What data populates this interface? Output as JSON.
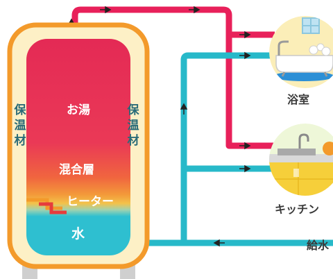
{
  "tank": {
    "hot_water_label": "お湯",
    "mixed_layer_label": "混合層",
    "heater_label": "ヒーター",
    "water_label": "水",
    "insulation_left": [
      "保",
      "温",
      "材"
    ],
    "insulation_right": [
      "保",
      "温",
      "材"
    ]
  },
  "outlets": {
    "bathroom_label": "浴室",
    "kitchen_label": "キッチン"
  },
  "inlet": {
    "water_supply_label": "給水"
  },
  "colors": {
    "hot_pipe": "#e8205a",
    "cold_pipe": "#27b9c9",
    "insulation_border": "#f39a2b",
    "insulation_fill": "#fdf0c6",
    "hot_water_top": "#e42a55",
    "mixed_layer": "#f08a3c",
    "cold_water": "#2ebfd0",
    "heater": "#e63c3c",
    "label_dark": "#3a3a3a",
    "insulation_text": "#2a6b78"
  }
}
